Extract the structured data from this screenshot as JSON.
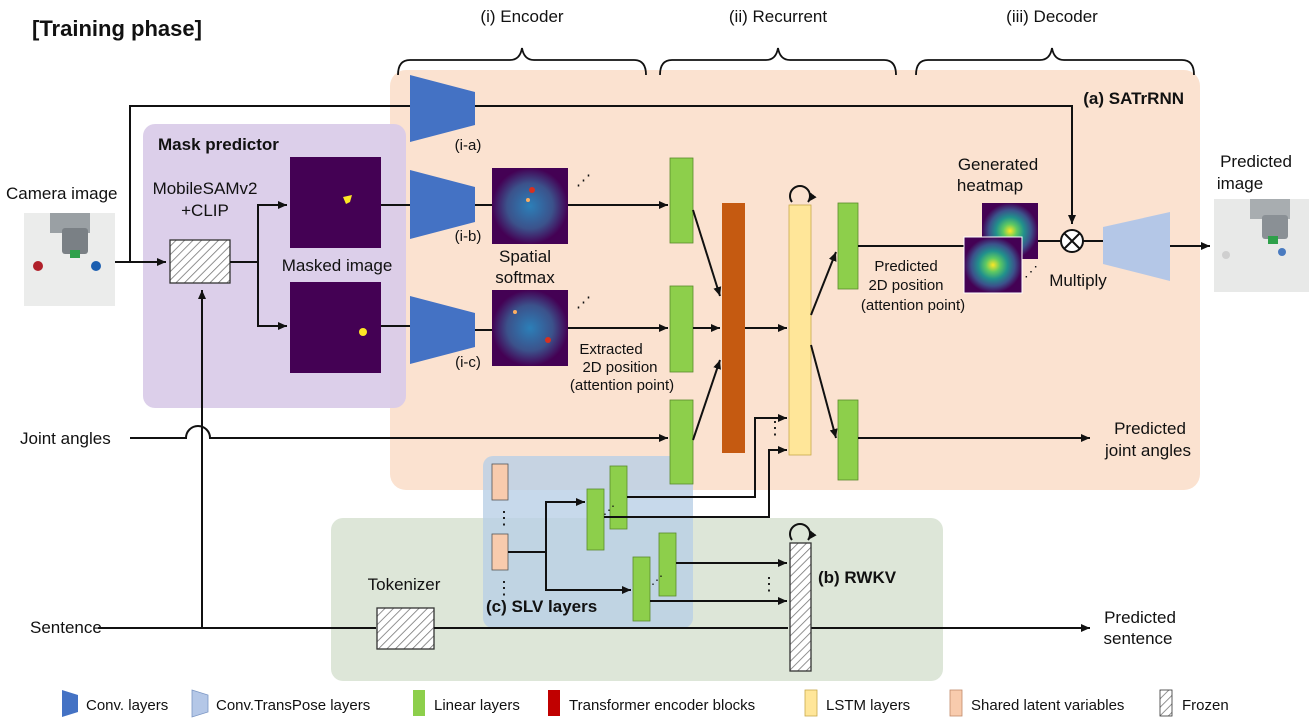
{
  "title": "[Training phase]",
  "stages": {
    "encoder": "(i) Encoder",
    "recurrent": "(ii) Recurrent",
    "decoder": "(iii) Decoder"
  },
  "regions": {
    "satrrnn": "(a) SATrRNN",
    "mask_predictor": "Mask predictor",
    "rwkv": "(b) RWKV",
    "slv": "(c) SLV layers"
  },
  "inputs": {
    "camera_image": "Camera image",
    "joint_angles": "Joint angles",
    "sentence": "Sentence"
  },
  "outputs": {
    "predicted_image_1": "Predicted",
    "predicted_image_2": "image",
    "predicted_joint_angles_1": "Predicted",
    "predicted_joint_angles_2": "joint angles",
    "predicted_sentence_1": "Predicted",
    "predicted_sentence_2": "sentence"
  },
  "labels": {
    "mobilesam_1": "MobileSAMv2",
    "mobilesam_2": "+CLIP",
    "masked_image": "Masked image",
    "ia": "(i-a)",
    "ib": "(i-b)",
    "ic": "(i-c)",
    "spatial_1": "Spatial",
    "spatial_2": "softmax",
    "extracted_1": "Extracted",
    "extracted_2": "2D position",
    "extracted_3": "(attention point)",
    "generated_1": "Generated",
    "generated_2": "heatmap",
    "predicted2d_1": "Predicted",
    "predicted2d_2": "2D position",
    "predicted2d_3": "(attention point)",
    "multiply": "Multiply",
    "tokenizer": "Tokenizer"
  },
  "legend": [
    {
      "label": "Conv. layers",
      "color": "#4472c4",
      "icon": "conv-trapezoid-icon"
    },
    {
      "label": "Conv.TransPose layers",
      "color": "#b4c7e7",
      "icon": "transpose-trapezoid-icon"
    },
    {
      "label": "Linear layers",
      "color": "#8dcf4b",
      "icon": "linear-box-icon"
    },
    {
      "label": "Transformer encoder blocks",
      "color": "#c00000",
      "icon": "transformer-box-icon"
    },
    {
      "label": "LSTM layers",
      "color": "#ffe699",
      "icon": "lstm-box-icon"
    },
    {
      "label": "Shared latent variables",
      "color": "#f8cbad",
      "icon": "shared-latent-box-icon"
    },
    {
      "label": "Frozen",
      "color": "#ffffff",
      "icon": "frozen-hatched-icon"
    }
  ],
  "colors": {
    "satrrnn_bg": "#fbe2d0",
    "mask_bg": "#dccde8",
    "rwkv_bg": "#dde6d8",
    "slv_bg": "#b9cfe6",
    "conv": "#4472c4",
    "transpose": "#b4c7e7",
    "linear": "#8dcf4b",
    "transformer": "#c55a11",
    "lstm": "#ffe699",
    "shared": "#f8cbad"
  }
}
